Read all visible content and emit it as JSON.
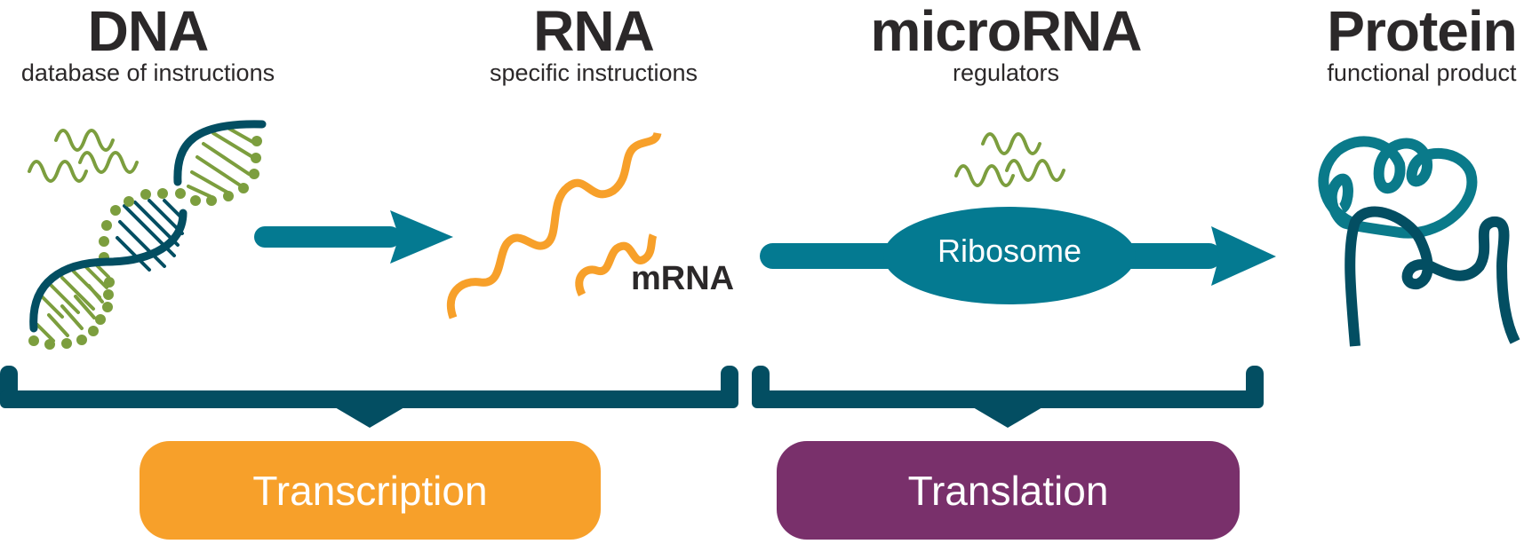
{
  "stages": [
    {
      "title": "DNA",
      "subtitle": "database of instructions"
    },
    {
      "title": "RNA",
      "subtitle": "specific instructions"
    },
    {
      "title": "microRNA",
      "subtitle": "regulators"
    },
    {
      "title": "Protein",
      "subtitle": "functional product"
    }
  ],
  "labels": {
    "mrna": "mRNA",
    "ribosome": "Ribosome"
  },
  "processes": [
    {
      "label": "Transcription",
      "color": "#F7A02A"
    },
    {
      "label": "Translation",
      "color": "#79306B"
    }
  ],
  "icons": {
    "dna": "dna-helix-icon",
    "mirna_dna": "microrna-squiggle-icon",
    "mrna": "mrna-strand-icon",
    "mirna_ribosome": "microrna-squiggle-icon",
    "protein": "protein-fold-icon"
  },
  "colors": {
    "heading": "#2B2829",
    "teal": "#047A91",
    "dark_teal": "#034E62",
    "green": "#7C9E3E",
    "orange": "#F7A02A",
    "purple": "#79306B"
  }
}
